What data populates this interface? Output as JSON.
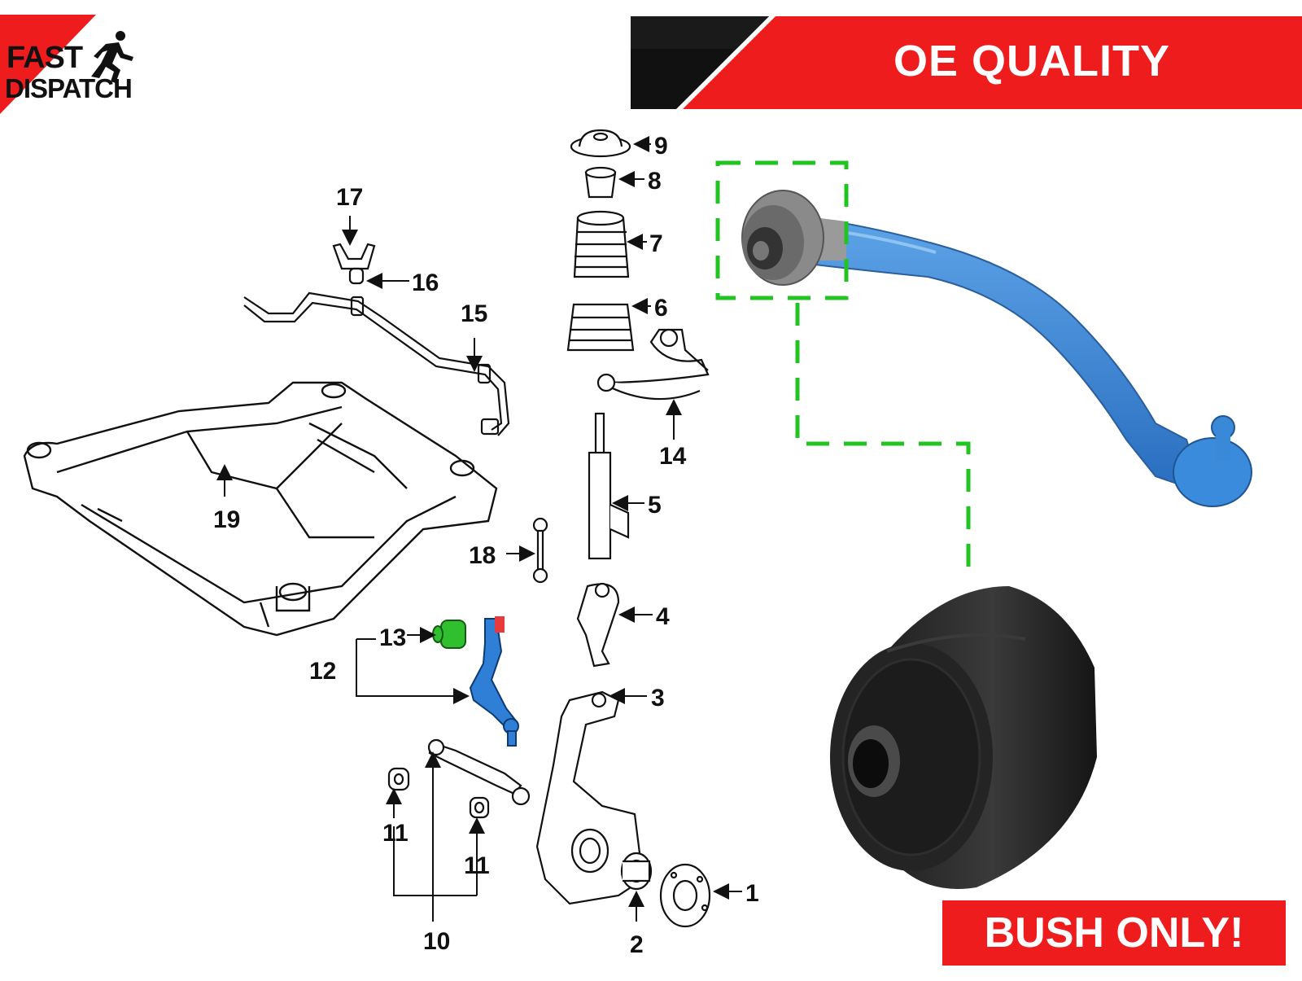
{
  "badge": {
    "line1": "FAST",
    "line2": "DISPATCH"
  },
  "banner": {
    "text": "OE QUALITY"
  },
  "footer": {
    "text": "BUSH ONLY!"
  },
  "part_numbers": [
    "1",
    "2",
    "3",
    "4",
    "5",
    "6",
    "7",
    "8",
    "9",
    "10",
    "11",
    "11",
    "12",
    "13",
    "14",
    "15",
    "16",
    "17",
    "18",
    "19"
  ],
  "colors": {
    "red": "#ee1c1c",
    "black": "#111111",
    "highlight_blue": "#2f7fd6",
    "highlight_green": "#2fbf2f",
    "guide_green": "#21c421"
  }
}
